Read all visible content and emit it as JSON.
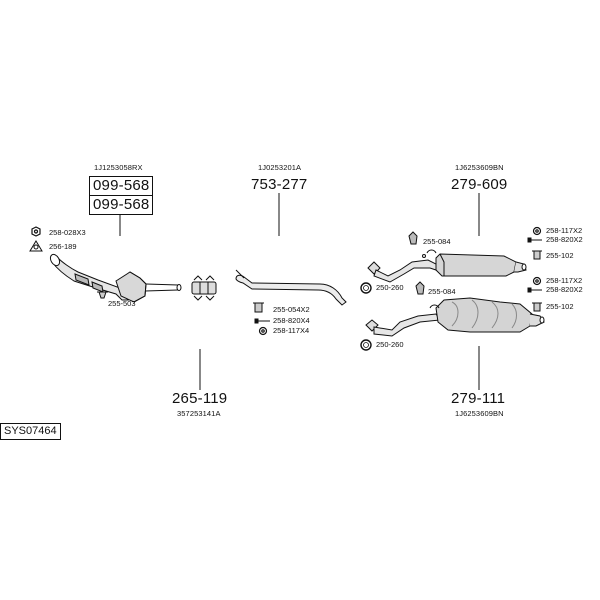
{
  "system_code": "SYS07464",
  "groups": {
    "catalytic": {
      "oem": "1J1253058RX",
      "parts": [
        "099-568",
        "099-568"
      ],
      "accessories": [
        "258-028X3",
        "256-189",
        "255-503"
      ]
    },
    "front_pipe": {
      "part": "265-119",
      "oem": "357253141A"
    },
    "middle_pipe": {
      "oem": "1J0253201A",
      "part": "753-277",
      "accessories": [
        "255-054X2",
        "258-820X4",
        "258-117X4"
      ]
    },
    "rear_silencer_upper": {
      "oem": "1J6253609BN",
      "part": "279-609",
      "accessories": [
        "255-084",
        "250-260",
        "258-117X2",
        "258-820X2",
        "255-102"
      ]
    },
    "rear_silencer_lower": {
      "part": "279-111",
      "oem": "1J6253609BN",
      "accessories": [
        "255-084",
        "250-260",
        "258-117X2",
        "258-820X2",
        "255-102"
      ]
    }
  }
}
